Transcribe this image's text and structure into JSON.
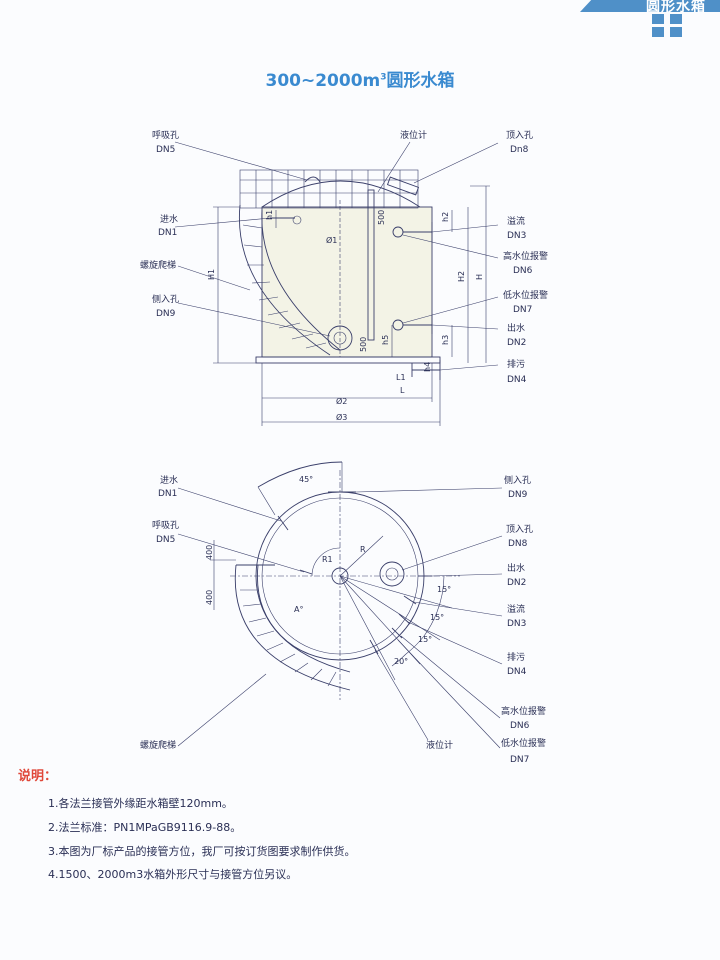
{
  "header": {
    "category": "圆形水箱"
  },
  "title": {
    "main": "300~2000m",
    "sup": "3",
    "suffix": "圆形水箱"
  },
  "elevation": {
    "labels": {
      "breather_name": "呼吸孔",
      "breather_dn": "DN5",
      "level_gauge": "液位计",
      "top_access_name": "顶入孔",
      "top_access_dn": "Dn8",
      "inlet_name": "进水",
      "inlet_dn": "DN1",
      "overflow_name": "溢流",
      "overflow_dn": "DN3",
      "high_alarm_name": "高水位报警",
      "high_alarm_dn": "DN6",
      "ladder": "螺旋爬梯",
      "side_access_name": "侧入孔",
      "side_access_dn": "DN9",
      "low_alarm_name": "低水位报警",
      "low_alarm_dn": "DN7",
      "outlet_name": "出水",
      "outlet_dn": "DN2",
      "drain_name": "排污",
      "drain_dn": "DN4"
    },
    "dims": {
      "h1_small": "h1",
      "d500_top": "500",
      "phi1": "Ø1",
      "h2_small": "h2",
      "H1": "H1",
      "H2": "H2",
      "H": "H",
      "d500_bottom": "500",
      "h5": "h5",
      "h3": "h3",
      "h4": "h4",
      "L1": "L1",
      "L": "L",
      "phi2": "Ø2",
      "phi3": "Ø3"
    }
  },
  "plan": {
    "labels": {
      "inlet_name": "进水",
      "inlet_dn": "DN1",
      "side_access_name": "侧入孔",
      "side_access_dn": "DN9",
      "breather_name": "呼吸孔",
      "breather_dn": "DN5",
      "top_access_name": "顶入孔",
      "top_access_dn": "DN8",
      "outlet_name": "出水",
      "outlet_dn": "DN2",
      "overflow_name": "溢流",
      "overflow_dn": "DN3",
      "drain_name": "排污",
      "drain_dn": "DN4",
      "high_alarm_name": "高水位报警",
      "high_alarm_dn": "DN6",
      "low_alarm_name": "低水位报警",
      "low_alarm_dn": "DN7",
      "ladder": "螺旋爬梯",
      "level_gauge": "液位计"
    },
    "dims": {
      "angle45": "45°",
      "R1": "R1",
      "R": "R",
      "A": "A°",
      "d400a": "400",
      "d400b": "400",
      "angle15a": "15°",
      "angle15b": "15°",
      "angle15c": "15°",
      "angle20": "20°"
    }
  },
  "notes": {
    "title": "说明：",
    "items": [
      "1.各法兰接管外缘距水箱壁120mm。",
      "2.法兰标准：PN1MPaGB9116.9-88。",
      "3.本图为厂标产品的接管方位，我厂可按订货图要求制作供货。",
      "4.1500、2000m3水箱外形尺寸与接管方位另议。"
    ]
  },
  "colors": {
    "accent_blue": "#3a8ad0",
    "notes_red": "#e0483a",
    "line": "#3a3f6a"
  }
}
